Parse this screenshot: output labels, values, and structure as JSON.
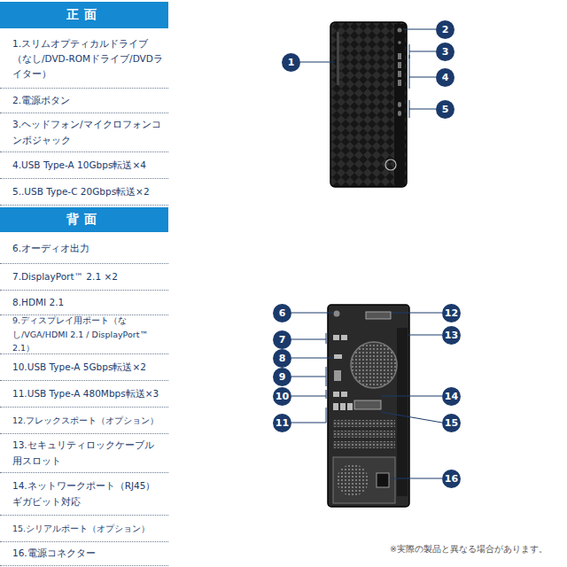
{
  "diagram": {
    "nodes": [
      {
        "text": [
          "正面"
        ]
      },
      {
        "text": [
          "背面"
        ]
      },
      {
        "text": [
          "1"
        ]
      },
      {
        "text": [
          "2"
        ]
      },
      {
        "text": [
          "3"
        ]
      },
      {
        "text": [
          "4"
        ]
      },
      {
        "text": [
          "5"
        ]
      },
      {
        "text": [
          "6"
        ]
      },
      {
        "text": [
          "7"
        ]
      },
      {
        "text": [
          "8"
        ]
      },
      {
        "text": [
          "9"
        ]
      },
      {
        "text": [
          "10"
        ]
      },
      {
        "text": [
          "11"
        ]
      },
      {
        "text": [
          "12"
        ]
      },
      {
        "text": [
          "13"
        ]
      },
      {
        "text": [
          "14"
        ]
      },
      {
        "text": [
          "15"
        ]
      },
      {
        "text": [
          "16"
        ]
      }
    ],
    "labels": [
      "1.スリムオプティカルドライブ（なし/DVD-ROMドライブ/DVDライター）",
      "2.電源ボタン",
      "3.ヘッドフォン/マイクロフォンコンボジャック",
      "4.USB Type-A 10Gbps転送×4",
      "5..USB Type-C 20Gbps転送×2",
      "6.オーディオ出力",
      "7.DisplayPort™ 2.1 ×2",
      "8.HDMI 2.1",
      "9.ディスプレイ用ポート（なし/VGA/HDMI 2.1 / DisplayPort™ 2.1）",
      "10.USB Type-A 5Gbps転送×2",
      "11.USB Type-A 480Mbps転送×3",
      "12.フレックスポート（オプション）",
      "13.セキュリティロックケーブル用スロット",
      "14.ネットワークポート（RJ45）ギガビット対応",
      "15.シリアルポート（オプション）",
      "16.電源コネクター",
      "※実際の製品と異なる場合があります。"
    ]
  }
}
